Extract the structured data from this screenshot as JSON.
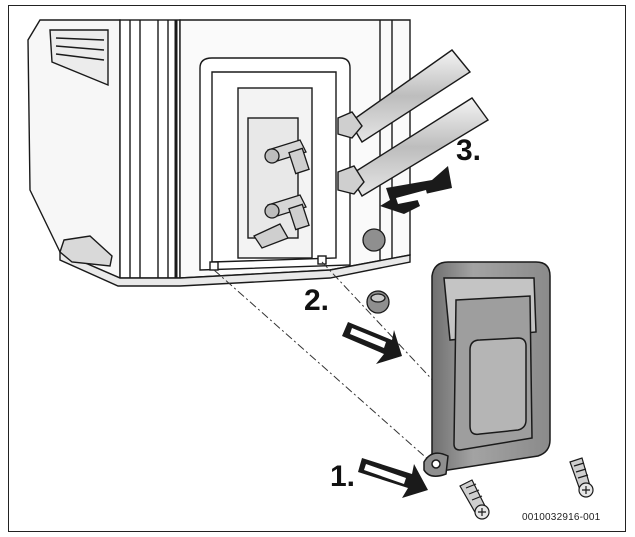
{
  "figure": {
    "figure_id": "0010032916-001",
    "steps": [
      {
        "number": "1.",
        "action_icon": "remove-screws-arrow-icon"
      },
      {
        "number": "2.",
        "action_icon": "remove-caps-arrow-icon"
      },
      {
        "number": "3.",
        "action_icon": "connect-pipes-arrow-icon"
      }
    ],
    "colors": {
      "line": "#1a1a1a",
      "fill_light": "#f2f2f2",
      "fill_mid": "#d9d9d9",
      "fill_dark": "#9a9a9a"
    }
  }
}
